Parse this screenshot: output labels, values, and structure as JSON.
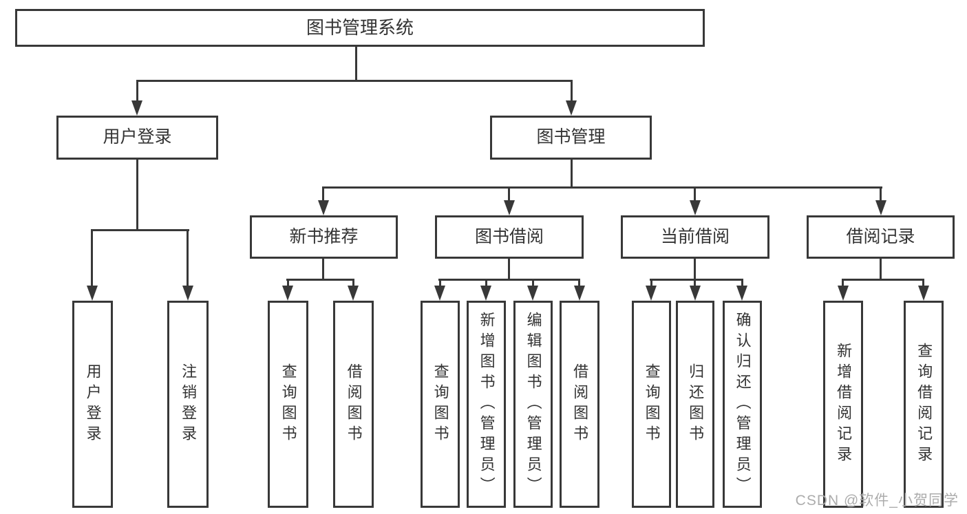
{
  "diagram": {
    "tree": {
      "label": "图书管理系统",
      "children": [
        {
          "label": "用户登录",
          "children": [
            {
              "label": "用户登录"
            },
            {
              "label": "注销登录"
            }
          ]
        },
        {
          "label": "图书管理",
          "children": [
            {
              "label": "新书推荐",
              "children": [
                {
                  "label": "查询图书"
                },
                {
                  "label": "借阅图书"
                }
              ]
            },
            {
              "label": "图书借阅",
              "children": [
                {
                  "label": "查询图书"
                },
                {
                  "label": "新增图书（管理员）"
                },
                {
                  "label": "编辑图书（管理员）"
                },
                {
                  "label": "借阅图书"
                }
              ]
            },
            {
              "label": "当前借阅",
              "children": [
                {
                  "label": "查询图书"
                },
                {
                  "label": "归还图书"
                },
                {
                  "label": "确认归还（管理员）"
                }
              ]
            },
            {
              "label": "借阅记录",
              "children": [
                {
                  "label": "新增借阅记录"
                },
                {
                  "label": "查询借阅记录"
                }
              ]
            }
          ]
        }
      ]
    },
    "colors": {
      "line": "#383838",
      "text": "#333333",
      "background": "#ffffff",
      "watermark_text": "#acacac"
    }
  },
  "watermark": {
    "text": "CSDN @软件_小贺同学"
  }
}
